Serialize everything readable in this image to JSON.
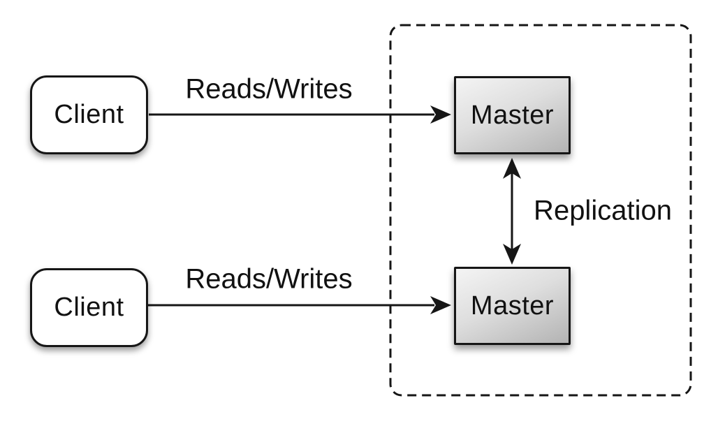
{
  "diagram": {
    "description": "Master-master replication topology diagram",
    "clients": [
      {
        "id": "client-1",
        "label": "Client"
      },
      {
        "id": "client-2",
        "label": "Client"
      }
    ],
    "masters": [
      {
        "id": "master-1",
        "label": "Master"
      },
      {
        "id": "master-2",
        "label": "Master"
      }
    ],
    "group": {
      "id": "replication-cluster",
      "style": "dashed-rounded-rectangle",
      "contains": [
        "master-1",
        "master-2"
      ]
    },
    "edges": [
      {
        "from": "client-1",
        "to": "master-1",
        "label": "Reads/Writes",
        "type": "arrow"
      },
      {
        "from": "client-2",
        "to": "master-2",
        "label": "Reads/Writes",
        "type": "arrow"
      },
      {
        "from": "master-1",
        "to": "master-2",
        "label": "Replication",
        "type": "double-arrow"
      }
    ],
    "colors": {
      "background": "#ffffff",
      "stroke": "#161616",
      "text": "#111111",
      "client_fill": "#ffffff",
      "master_fill_light": "#f4f4f4",
      "master_fill_dark": "#b3b3b3"
    }
  }
}
